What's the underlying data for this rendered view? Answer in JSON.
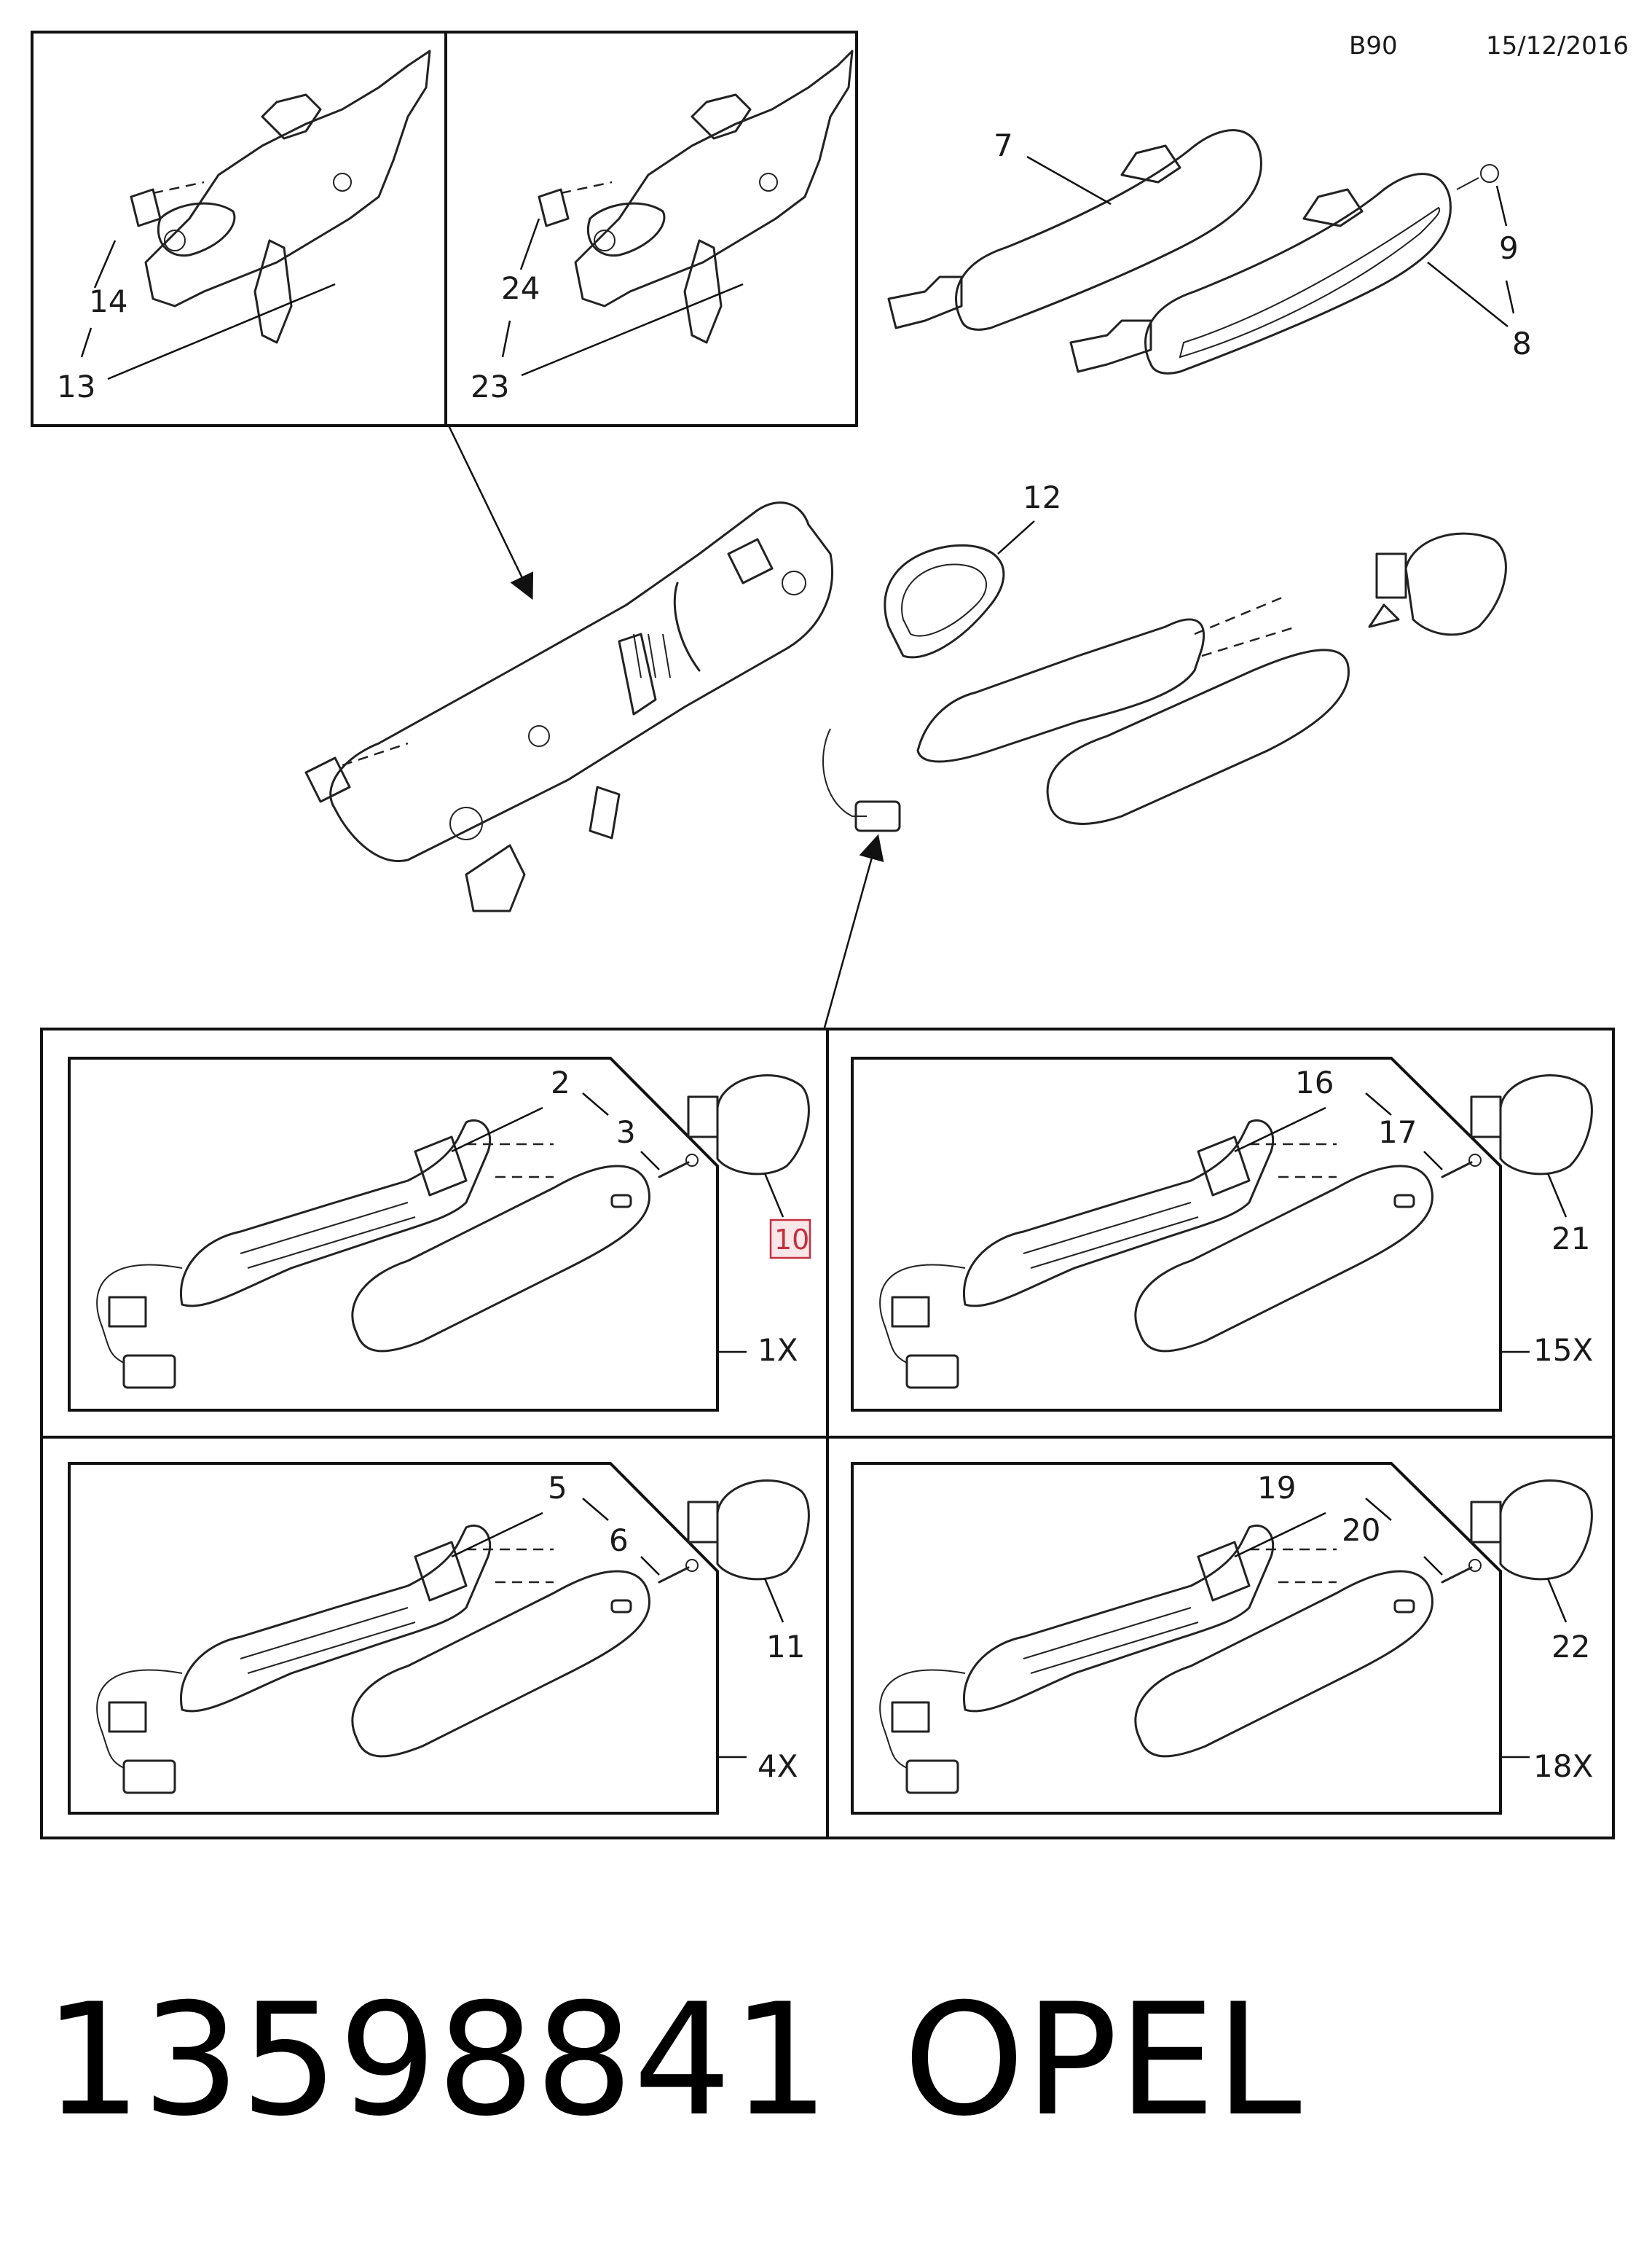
{
  "header": {
    "code": "B90",
    "date": "15/12/2016"
  },
  "inset_top": {
    "left": {
      "labels": [
        "14",
        "13"
      ]
    },
    "right": {
      "labels": [
        "24",
        "23"
      ]
    }
  },
  "outer_handles": {
    "labels": [
      "7",
      "9",
      "8"
    ]
  },
  "middle": {
    "seal_label": "12"
  },
  "variants": [
    {
      "handle": "2",
      "screw": "3",
      "cap": "10",
      "qty": "1X"
    },
    {
      "handle": "16",
      "screw": "17",
      "cap": "21",
      "qty": "15X"
    },
    {
      "handle": "5",
      "screw": "6",
      "cap": "11",
      "qty": "4X"
    },
    {
      "handle": "19",
      "screw": "20",
      "cap": "22",
      "qty": "18X"
    }
  ],
  "highlight": {
    "label": "10",
    "color": "#c2303f"
  },
  "footer": {
    "part_number": "13598841",
    "brand": "OPEL"
  }
}
